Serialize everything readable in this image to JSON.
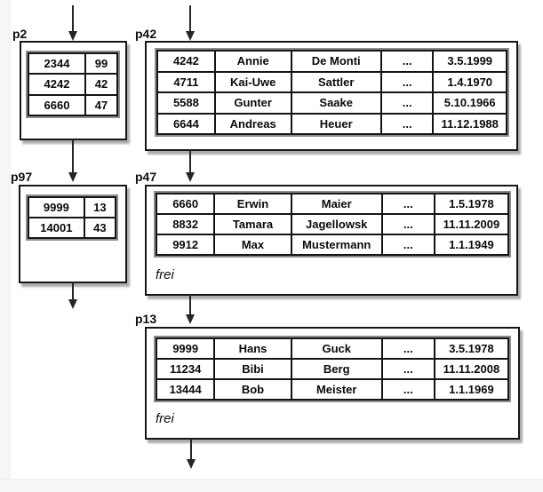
{
  "diagram_title": "linked database pages with index and record tables",
  "colors": {
    "background": "#ffffff",
    "page_edge": "#f6f6f4",
    "box_border": "#161616",
    "table_frame": "#8d8d8d",
    "cell_border": "#141414",
    "arrow": "#262626",
    "text": "#0b0b0b"
  },
  "p2": {
    "label": "p2",
    "rows": [
      [
        "2344",
        "99"
      ],
      [
        "4242",
        "42"
      ],
      [
        "6660",
        "47"
      ]
    ]
  },
  "p42": {
    "label": "p42",
    "rows": [
      [
        "4242",
        "Annie",
        "De Monti",
        "...",
        "3.5.1999"
      ],
      [
        "4711",
        "Kai-Uwe",
        "Sattler",
        "...",
        "1.4.1970"
      ],
      [
        "5588",
        "Gunter",
        "Saake",
        "...",
        "5.10.1966"
      ],
      [
        "6644",
        "Andreas",
        "Heuer",
        "...",
        "11.12.1988"
      ]
    ]
  },
  "p97": {
    "label": "p97",
    "rows": [
      [
        "9999",
        "13"
      ],
      [
        "14001",
        "43"
      ]
    ]
  },
  "p47": {
    "label": "p47",
    "free_label": "frei",
    "rows": [
      [
        "6660",
        "Erwin",
        "Maier",
        "...",
        "1.5.1978"
      ],
      [
        "8832",
        "Tamara",
        "Jagellowsk",
        "...",
        "11.11.2009"
      ],
      [
        "9912",
        "Max",
        "Mustermann",
        "...",
        "1.1.1949"
      ]
    ]
  },
  "p13": {
    "label": "p13",
    "free_label": "frei",
    "rows": [
      [
        "9999",
        "Hans",
        "Guck",
        "...",
        "3.5.1978"
      ],
      [
        "11234",
        "Bibi",
        "Berg",
        "...",
        "11.11.2008"
      ],
      [
        "13444",
        "Bob",
        "Meister",
        "...",
        "1.1.1969"
      ]
    ]
  }
}
